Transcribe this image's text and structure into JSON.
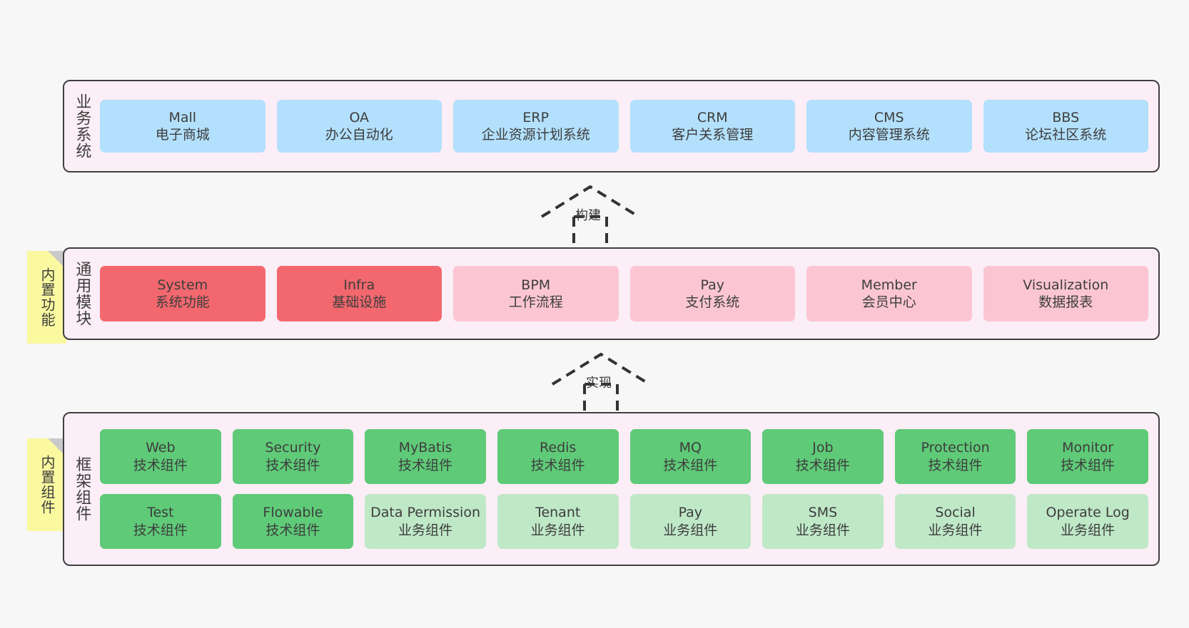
{
  "diagram": {
    "background_color": "#f7f7f7",
    "layer_fill": "#fbeef6",
    "layer_border": "#3f3f3f",
    "sticky_color": "#fbf9a0"
  },
  "layers": [
    {
      "id": "business-systems",
      "title": "业务系统",
      "rows": [
        [
          {
            "en": "Mall",
            "cn": "电子商城",
            "color": "#b3e0fc",
            "style": "c-blue"
          },
          {
            "en": "OA",
            "cn": "办公自动化",
            "color": "#b3e0fc",
            "style": "c-blue"
          },
          {
            "en": "ERP",
            "cn": "企业资源计划系统",
            "color": "#b3e0fc",
            "style": "c-blue"
          },
          {
            "en": "CRM",
            "cn": "客户关系管理",
            "color": "#b3e0fc",
            "style": "c-blue"
          },
          {
            "en": "CMS",
            "cn": "内容管理系统",
            "color": "#b3e0fc",
            "style": "c-blue"
          },
          {
            "en": "BBS",
            "cn": "论坛社区系统",
            "color": "#b3e0fc",
            "style": "c-blue"
          }
        ]
      ]
    },
    {
      "id": "common-modules",
      "title": "通用模块",
      "sticky": "内置功能",
      "rows": [
        [
          {
            "en": "System",
            "cn": "系统功能",
            "color": "#f2686e",
            "style": "c-red"
          },
          {
            "en": "Infra",
            "cn": "基础设施",
            "color": "#f2686e",
            "style": "c-red"
          },
          {
            "en": "BPM",
            "cn": "工作流程",
            "color": "#fbc6d2",
            "style": "c-pink"
          },
          {
            "en": "Pay",
            "cn": "支付系统",
            "color": "#fbc6d2",
            "style": "c-pink"
          },
          {
            "en": "Member",
            "cn": "会员中心",
            "color": "#fbc6d2",
            "style": "c-pink"
          },
          {
            "en": "Visualization",
            "cn": "数据报表",
            "color": "#fbc6d2",
            "style": "c-pink"
          }
        ]
      ]
    },
    {
      "id": "framework-components",
      "title": "框架组件",
      "sticky": "内置组件",
      "rows": [
        [
          {
            "en": "Web",
            "cn": "技术组件",
            "color": "#5fca78",
            "style": "c-green"
          },
          {
            "en": "Security",
            "cn": "技术组件",
            "color": "#5fca78",
            "style": "c-green"
          },
          {
            "en": "MyBatis",
            "cn": "技术组件",
            "color": "#5fca78",
            "style": "c-green"
          },
          {
            "en": "Redis",
            "cn": "技术组件",
            "color": "#5fca78",
            "style": "c-green"
          },
          {
            "en": "MQ",
            "cn": "技术组件",
            "color": "#5fca78",
            "style": "c-green"
          },
          {
            "en": "Job",
            "cn": "技术组件",
            "color": "#5fca78",
            "style": "c-green"
          },
          {
            "en": "Protection",
            "cn": "技术组件",
            "color": "#5fca78",
            "style": "c-green"
          },
          {
            "en": "Monitor",
            "cn": "技术组件",
            "color": "#5fca78",
            "style": "c-green"
          }
        ],
        [
          {
            "en": "Test",
            "cn": "技术组件",
            "color": "#5fca78",
            "style": "c-green"
          },
          {
            "en": "Flowable",
            "cn": "技术组件",
            "color": "#5fca78",
            "style": "c-green"
          },
          {
            "en": "Data Permission",
            "cn": "业务组件",
            "color": "#bfe8c7",
            "style": "c-green-light"
          },
          {
            "en": "Tenant",
            "cn": "业务组件",
            "color": "#bfe8c7",
            "style": "c-green-light"
          },
          {
            "en": "Pay",
            "cn": "业务组件",
            "color": "#bfe8c7",
            "style": "c-green-light"
          },
          {
            "en": "SMS",
            "cn": "业务组件",
            "color": "#bfe8c7",
            "style": "c-green-light"
          },
          {
            "en": "Social",
            "cn": "业务组件",
            "color": "#bfe8c7",
            "style": "c-green-light"
          },
          {
            "en": "Operate Log",
            "cn": "业务组件",
            "color": "#bfe8c7",
            "style": "c-green-light"
          }
        ]
      ]
    }
  ],
  "connectors": [
    {
      "id": "build",
      "label": "构建"
    },
    {
      "id": "implement",
      "label": "实现"
    }
  ]
}
